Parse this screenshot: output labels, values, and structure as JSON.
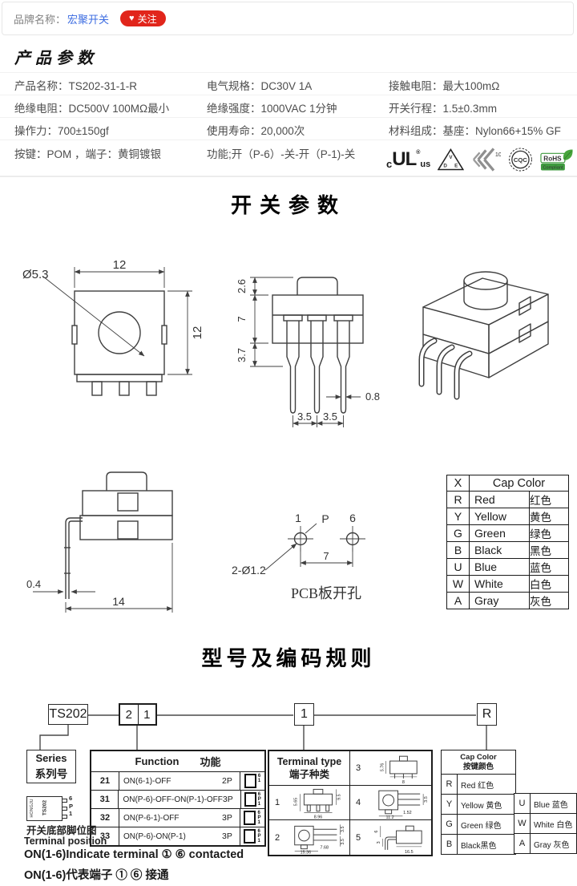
{
  "topbar": {
    "brand_label": "品牌名称：",
    "brand_name": "宏聚开关",
    "follow_heart": "♥",
    "follow_label": "关注",
    "accent_color": "#e1251b",
    "link_color": "#3c6ce1"
  },
  "product_params": {
    "title": "产品参数",
    "rows": [
      [
        "产品名称：TS202-31-1-R",
        "电气规格：DC30V  1A",
        "接触电阻：最大100mΩ"
      ],
      [
        "绝缘电阻：DC500V  100MΩ最小",
        "绝缘强度：1000VAC  1分钟",
        "开关行程：1.5±0.3mm"
      ],
      [
        "操作力：700±150gf",
        "使用寿命：20,000次",
        "材料组成：基座：Nylon66+15% GF"
      ],
      [
        "按键：POM  ，端子：黄铜镀银",
        "功能;开（P-6）-关-开（P-1)-关"
      ]
    ],
    "certifications": [
      {
        "name": "cul-us-mark",
        "c": "c",
        "ul": "UL",
        "r": "®",
        "us": "us"
      },
      {
        "name": "vde-mark",
        "d": "D",
        "v": "V",
        "e": "E"
      },
      {
        "name": "k10-mark",
        "num": "10"
      },
      {
        "name": "cqc-mark",
        "label": "CQC"
      },
      {
        "name": "rohs-mark",
        "line1": "RoHS",
        "line2": "Compliant",
        "green": "#3f9b3f"
      }
    ]
  },
  "sections": {
    "switch_title": "开关参数",
    "coding_title": "型号及编码规则"
  },
  "drawings": {
    "front": {
      "dim_width": "12",
      "dim_height": "12",
      "hole": "Ø5.3"
    },
    "side": {
      "cap_h": "2.6",
      "body_h": "7",
      "pin_h": "3.7",
      "pin_w": "0.8",
      "pitch_left": "3.5",
      "pitch_right": "3.5"
    },
    "profile": {
      "pin_w": "0.4",
      "width": "14"
    },
    "pcb": {
      "pin_left": "1",
      "pin_mid": "P",
      "pin_right": "6",
      "hole_note": "2-Ø1.2",
      "pitch": "7",
      "caption": "PCB板开孔"
    }
  },
  "cap_color_table": {
    "header": {
      "code": "X",
      "label": "Cap Color"
    },
    "rows": [
      {
        "code": "R",
        "en": "Red",
        "zh": "红色"
      },
      {
        "code": "Y",
        "en": "Yellow",
        "zh": "黄色"
      },
      {
        "code": "G",
        "en": "Green",
        "zh": "绿色"
      },
      {
        "code": "B",
        "en": "Black",
        "zh": "黑色"
      },
      {
        "code": "U",
        "en": "Blue",
        "zh": "蓝色"
      },
      {
        "code": "W",
        "en": "White",
        "zh": "白色"
      },
      {
        "code": "A",
        "en": "Gray",
        "zh": "灰色"
      }
    ]
  },
  "coding": {
    "model": {
      "series": "TS202",
      "func_a": "2",
      "func_b": "1",
      "terminal": "1",
      "color": "R"
    },
    "series_box": {
      "en": "Series",
      "zh": "系列号"
    },
    "function_table": {
      "title_en": "Function",
      "title_zh": "功能",
      "rows": [
        {
          "code": "21",
          "desc": "ON(6-1)-OFF",
          "poles": "2P",
          "pins": [
            "6",
            "1"
          ]
        },
        {
          "code": "31",
          "desc": "ON(P-6)-OFF-ON(P-1)-OFF",
          "poles": "3P",
          "pins": [
            "6",
            "P",
            "1"
          ]
        },
        {
          "code": "32",
          "desc": "ON(P-6-1)-OFF",
          "poles": "3P",
          "pins": [
            "6",
            "P",
            "1"
          ]
        },
        {
          "code": "33",
          "desc": "ON(P-6)-ON(P-1)",
          "poles": "3P",
          "pins": [
            "6",
            "P",
            "1"
          ]
        }
      ]
    },
    "terminal_table": {
      "title_en": "Terminal type",
      "title_zh": "端子种类",
      "cells": [
        {
          "no": "1",
          "d1": "5.65",
          "d2": "9.5",
          "d3": "8.96"
        },
        {
          "no": "2",
          "d1": "15.36",
          "d2": "7.68",
          "d3": "3.5",
          "d4": "3.5"
        },
        {
          "no": "3",
          "d1": "5.76",
          "d2": "8"
        },
        {
          "no": "4",
          "d1": "11.2",
          "d2": "1.52",
          "d3": "3.5"
        },
        {
          "no": "5",
          "d1": "16.5",
          "d2": "6",
          "d3": "3"
        }
      ]
    },
    "cap_color_small": {
      "title_en": "Cap Color",
      "title_zh": "按键颜色",
      "left": [
        {
          "code": "R",
          "label": "Red 红色"
        },
        {
          "code": "Y",
          "label": "Yellow 黄色"
        },
        {
          "code": "G",
          "label": "Green 绿色"
        },
        {
          "code": "B",
          "label": "Black黑色"
        }
      ],
      "right": [
        {
          "code": "U",
          "label": "Blue 蓝色"
        },
        {
          "code": "W",
          "label": "White 白色"
        },
        {
          "code": "A",
          "label": "Gray 灰色"
        }
      ]
    },
    "terminal_position": {
      "brand": "HONGJU",
      "model": "TS202",
      "pin_top": "6",
      "pin_mid": "P",
      "pin_bot": "1",
      "caption_zh": "开关底部脚位图",
      "caption_en": "Terminal position"
    },
    "notes": {
      "en": "ON(1-6)Indicate terminal ① ⑥ contacted",
      "zh": "ON(1-6)代表端子 ① ⑥ 接通"
    }
  }
}
